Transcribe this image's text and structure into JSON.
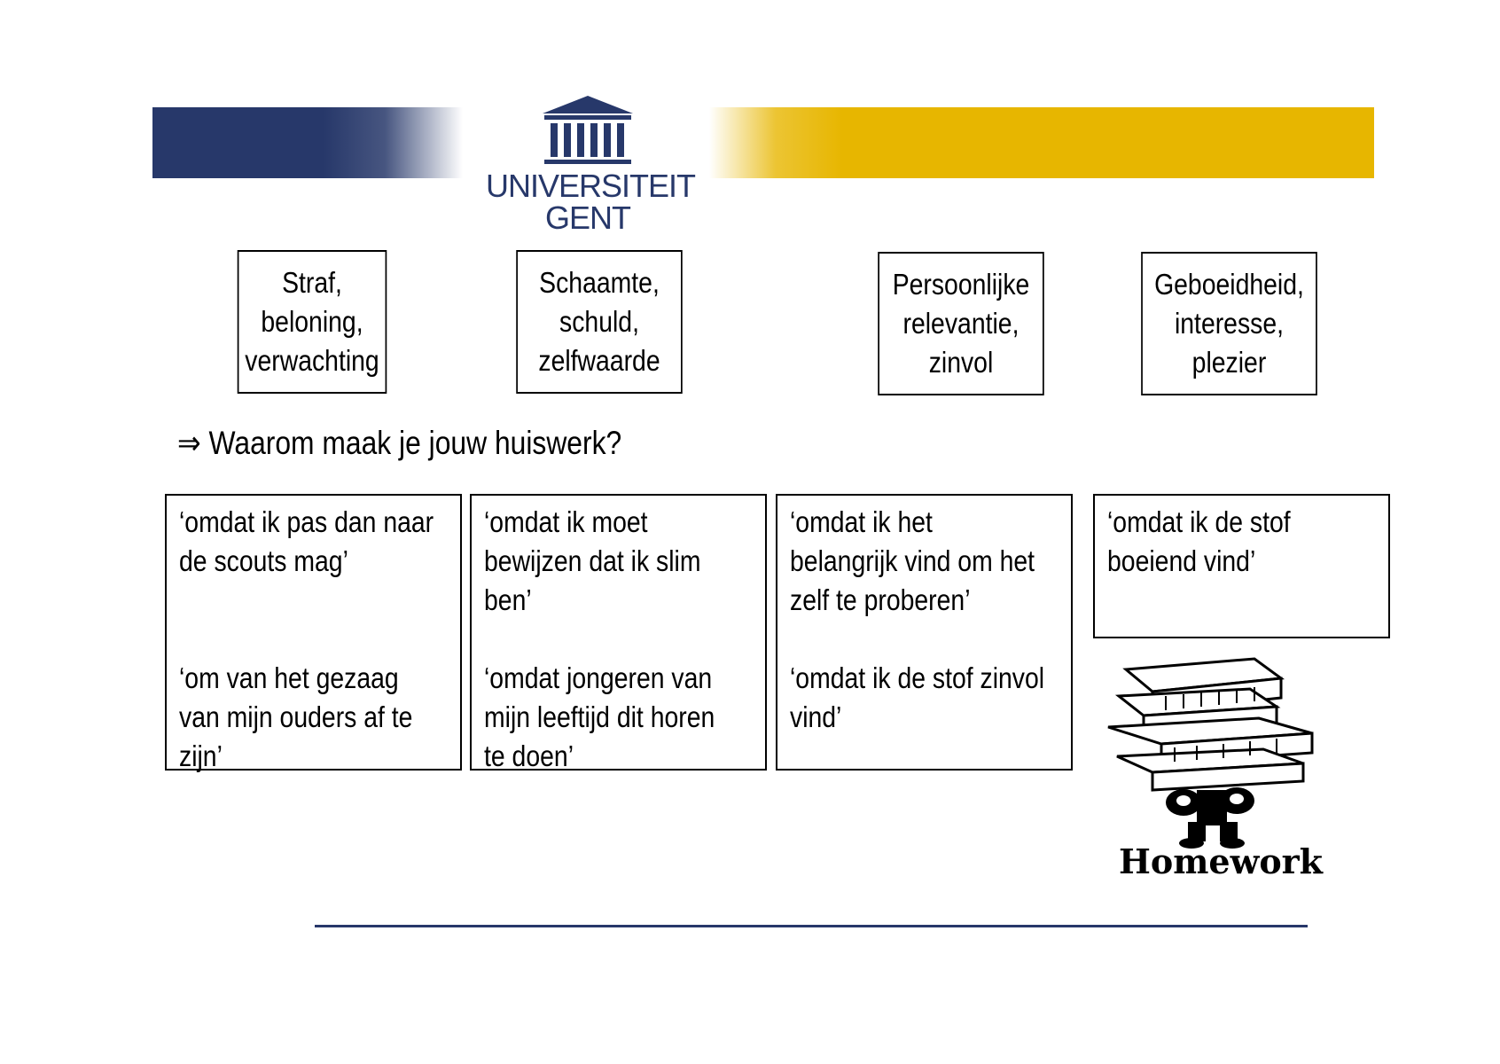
{
  "header": {
    "logo_line1": "UNIVERSITEIT",
    "logo_line2": "GENT",
    "colors": {
      "blue": "#27386a",
      "yellow": "#e7b600"
    }
  },
  "categories": [
    {
      "lines": [
        "Straf,",
        "beloning,",
        "verwachting"
      ]
    },
    {
      "lines": [
        "Schaamte,",
        "schuld,",
        "zelfwaarde"
      ]
    },
    {
      "lines": [
        "Persoonlijke",
        "relevantie,",
        "zinvol"
      ]
    },
    {
      "lines": [
        "Geboeidheid,",
        "interesse,",
        "plezier"
      ]
    }
  ],
  "question": {
    "arrow": "⇒",
    "text": "Waarom maak je jouw huiswerk?"
  },
  "answers": [
    {
      "first": [
        "‘omdat ik pas dan naar",
        "de scouts mag’"
      ],
      "second": [
        "‘om van het gezaag",
        "van mijn ouders af te",
        "zijn’"
      ]
    },
    {
      "first": [
        "‘omdat ik moet",
        "bewijzen dat ik slim",
        "ben’"
      ],
      "second": [
        "‘omdat jongeren van",
        "mijn leeftijd dit horen",
        "te doen’"
      ]
    },
    {
      "first": [
        "‘omdat ik het",
        "belangrijk vind om het",
        "zelf te proberen’"
      ],
      "second": [
        "‘omdat ik de stof zinvol",
        "vind’"
      ]
    },
    {
      "first": [
        "‘omdat ik de stof",
        "boeiend vind’"
      ]
    }
  ],
  "illustration": {
    "caption": "Homework"
  }
}
